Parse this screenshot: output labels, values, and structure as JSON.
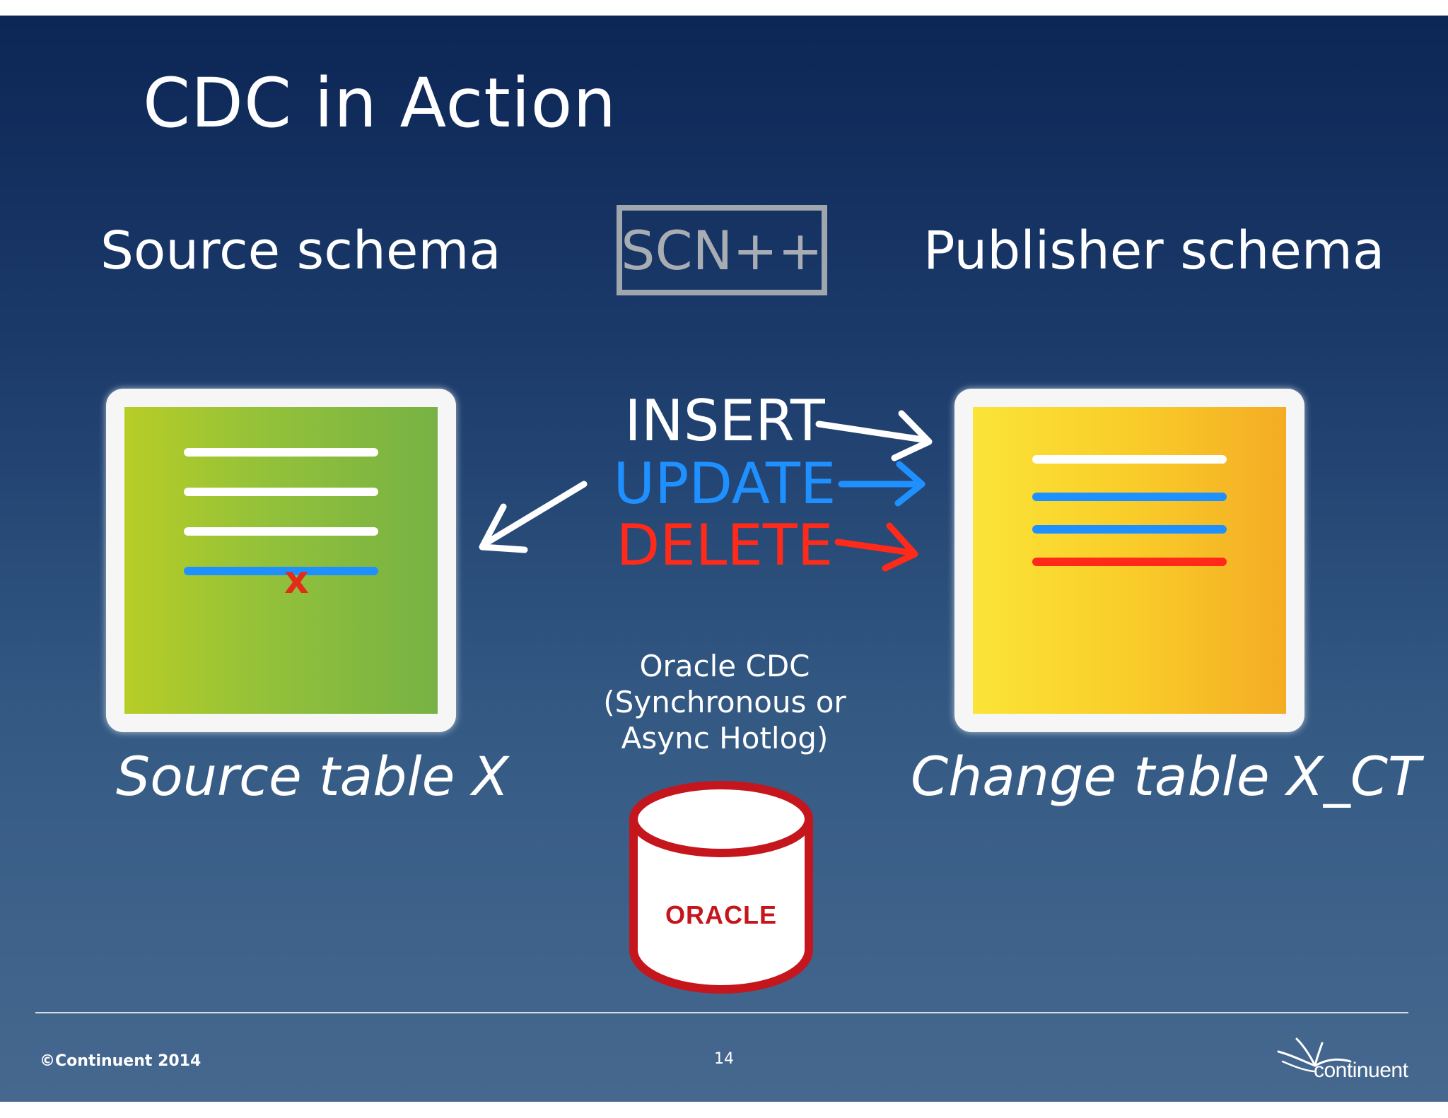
{
  "slide": {
    "title": "CDC in Action",
    "source_schema_label": "Source schema",
    "publisher_schema_label": "Publisher schema",
    "scn_label": "SCN++",
    "source_table_caption": "Source table X",
    "change_table_caption": "Change table X_CT",
    "operations": [
      {
        "label": "INSERT",
        "color": "#ffffff"
      },
      {
        "label": "UPDATE",
        "color": "#1e90ff"
      },
      {
        "label": "DELETE",
        "color": "#ff2a1a"
      }
    ],
    "deleted_row_mark": "x",
    "cdc_description": [
      "Oracle CDC",
      "(Synchronous or",
      "Async Hotlog)"
    ],
    "database_logo": "ORACLE",
    "footer": {
      "copyright": "©Continuent 2014",
      "page_number": "14",
      "brand": "continuent"
    }
  },
  "colors": {
    "background_top": "#0c2655",
    "background_bottom": "#46688f",
    "source_table": "#93c13a",
    "change_table": "#f9cd29",
    "insert": "#ffffff",
    "update": "#1e90ff",
    "delete": "#ff2a1a",
    "oracle_red": "#c4161c",
    "scn_box": "#a0a6ad"
  }
}
